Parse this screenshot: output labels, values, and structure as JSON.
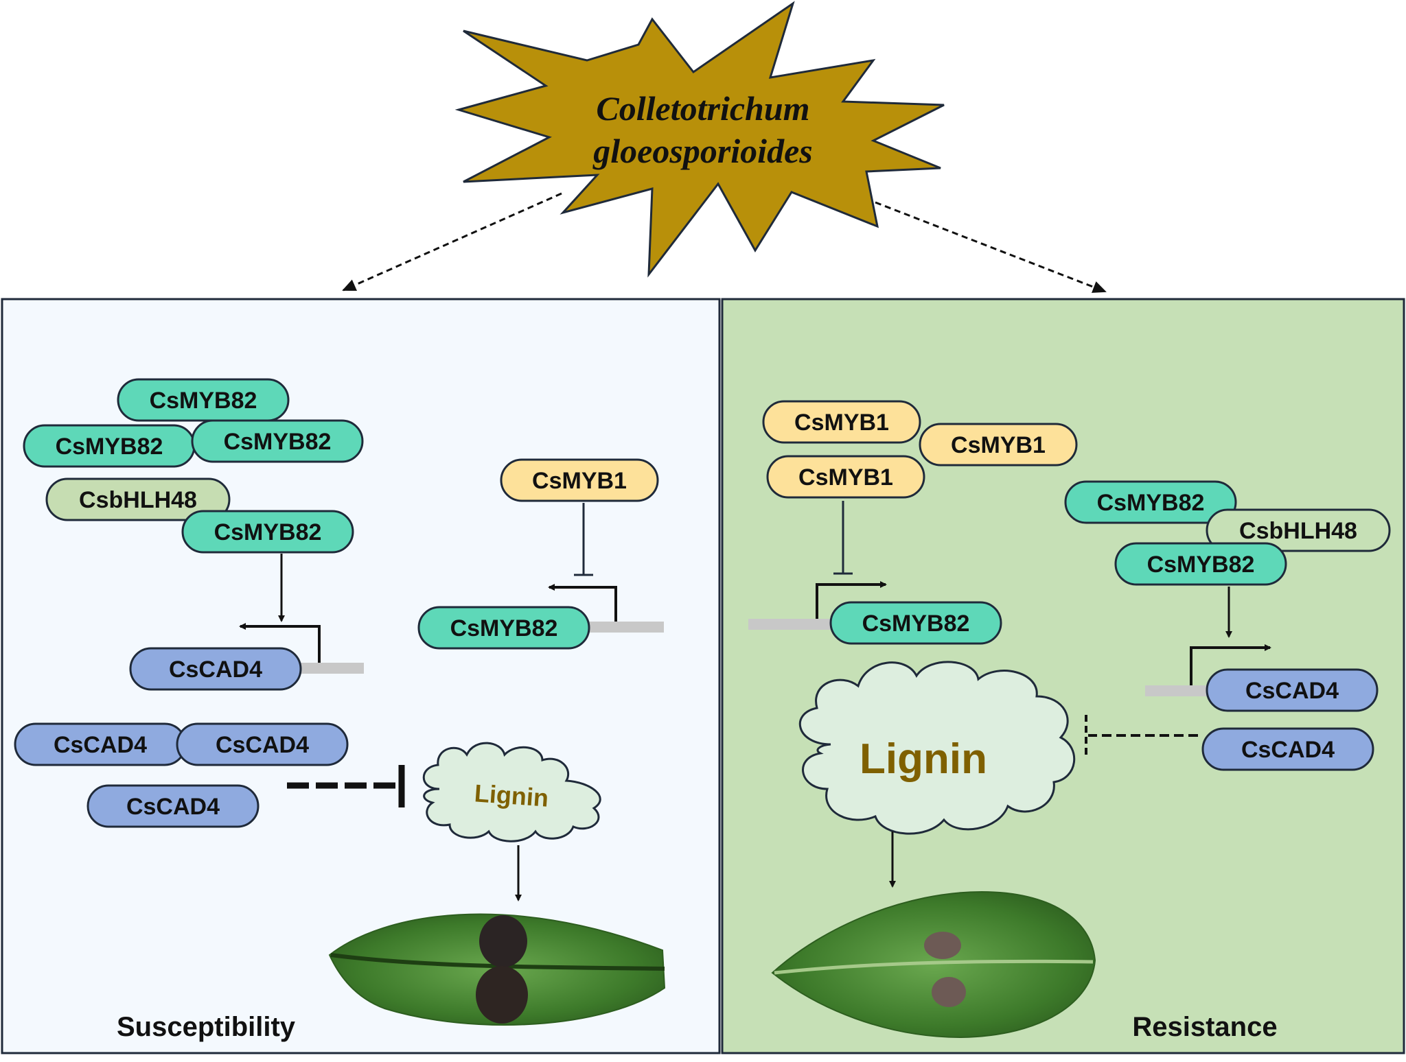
{
  "pathogen": {
    "line1": "Colletotrichum",
    "line2": "gloeosporioides"
  },
  "left_panel": {
    "label": "Susceptibility",
    "lignin": "Lignin",
    "complex": [
      "CsMYB82",
      "CsMYB82",
      "CsMYB82",
      "CsbHLH48",
      "CsMYB82"
    ],
    "repressor": "CsMYB1",
    "target_gene": "CsMYB82",
    "cad_gene": "CsCAD4",
    "cad_products": [
      "CsCAD4",
      "CsCAD4",
      "CsCAD4"
    ]
  },
  "right_panel": {
    "label": "Resistance",
    "lignin": "Lignin",
    "repressors": [
      "CsMYB1",
      "CsMYB1",
      "CsMYB1"
    ],
    "target_gene": "CsMYB82",
    "complex": [
      "CsMYB82",
      "CsbHLH48",
      "CsMYB82"
    ],
    "cad_gene": "CsCAD4",
    "cad_product": "CsCAD4"
  },
  "colors": {
    "star": "#B8900A",
    "left_bg": "#F4F9FE",
    "right_bg": "#C6E0B6",
    "myb82": "#5ED8B8",
    "myb1": "#FDE19A",
    "bhlh48": "#C6DDB2",
    "cad4": "#8FAADF",
    "lignin_cloud": "#DDEEDF",
    "lignin_text": "#7F6000",
    "promoter": "#C8C8C8"
  }
}
